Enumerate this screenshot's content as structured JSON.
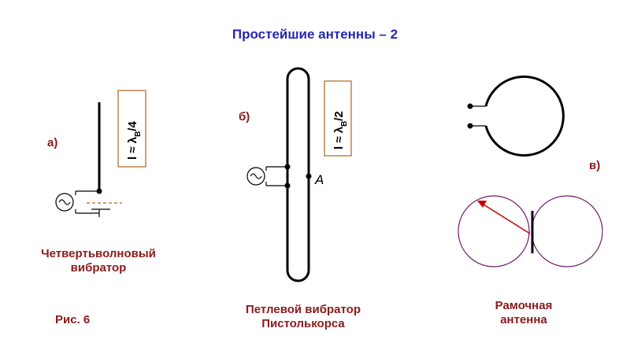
{
  "title": "Простейшие антенны – 2",
  "panels": {
    "a": {
      "label": "а)",
      "formula_main": "l ≈ λ",
      "formula_sub": "B",
      "formula_tail": "/4",
      "caption_line1": "Четвертьволновый",
      "caption_line2": "вибратор"
    },
    "b": {
      "label": "б)",
      "formula_main": "l ≈ λ",
      "formula_sub": "B",
      "formula_tail": "/2",
      "point_label": "A",
      "caption_line1": "Петлевой вибратор",
      "caption_line2": "Пистолькорса"
    },
    "c": {
      "label": "в)",
      "caption_line1": "Рамочная",
      "caption_line2": "антенна"
    }
  },
  "figure_label": "Рис. 6",
  "colors": {
    "title": "#2626b8",
    "captions": "#8b1a1a",
    "formula_box": "#b5651d",
    "pattern": "#6a1b6a",
    "arrow": "#cc0000"
  },
  "icons": [
    "ac-source-icon",
    "ground-icon"
  ]
}
